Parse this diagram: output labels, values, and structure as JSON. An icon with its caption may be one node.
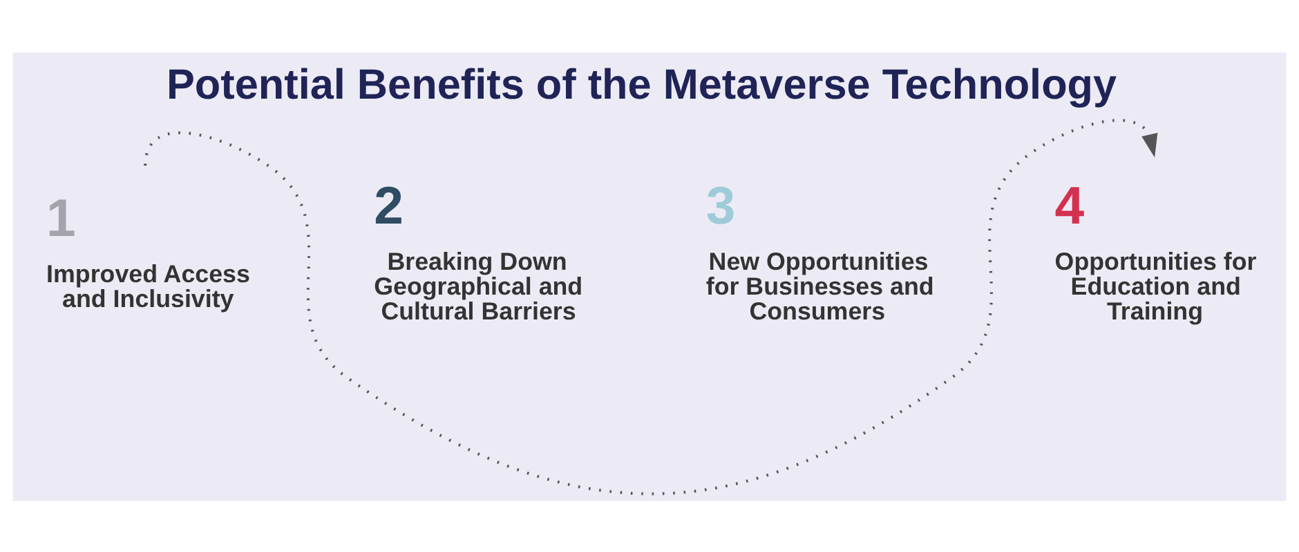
{
  "diagram": {
    "title": "Potential Benefits of the Metaverse Technology",
    "nodes": [
      {
        "text": [
          "1",
          "Improved Access and Inclusivity"
        ]
      },
      {
        "text": [
          "2",
          "Breaking Down Geographical and Cultural Barriers"
        ]
      },
      {
        "text": [
          "3",
          "New Opportunities for Businesses and Consumers"
        ]
      },
      {
        "text": [
          "4",
          "Opportunities for Education and Training"
        ]
      }
    ],
    "edges": [
      {
        "from": 0,
        "to": 3,
        "arrow": "to",
        "style": "dashed"
      }
    ]
  }
}
